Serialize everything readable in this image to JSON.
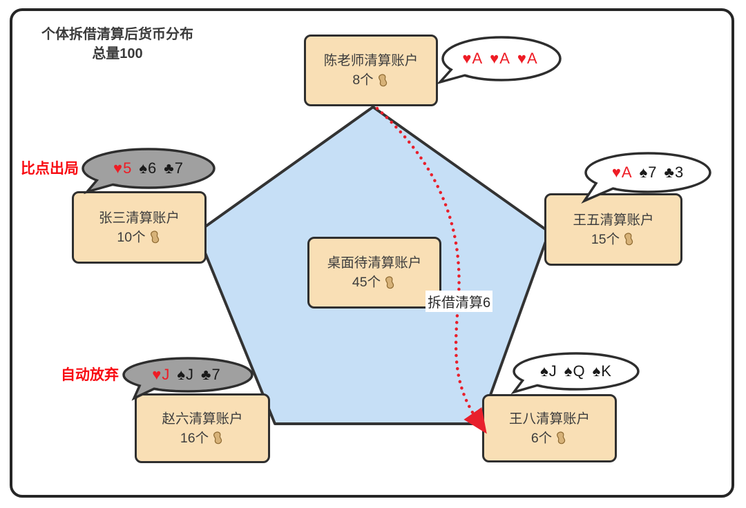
{
  "title": {
    "line1": "个体拆借清算后货币分布",
    "line2": "总量100"
  },
  "colors": {
    "box_fill": "#F9DFB5",
    "box_border": "#2F2F2F",
    "pentagon_fill": "#C6DFF6",
    "pentagon_border": "#333333",
    "bubble_white": "#FFFFFF",
    "bubble_gray": "#A0A0A0",
    "card_red": "#EE1C25",
    "card_black": "#1A1A1A",
    "status_red": "#F80B12",
    "arrow_red": "#E8202C"
  },
  "nodes": {
    "chen": {
      "name": "陈老师清算账户",
      "count": "8个"
    },
    "zhangsan": {
      "name": "张三清算账户",
      "count": "10个"
    },
    "wangwu": {
      "name": "王五清算账户",
      "count": "15个"
    },
    "table": {
      "name": "桌面待清算账户",
      "count": "45个"
    },
    "zhaoliu": {
      "name": "赵六清算账户",
      "count": "16个"
    },
    "wangba": {
      "name": "王八清算账户",
      "count": "6个"
    }
  },
  "bubbles": {
    "chen": {
      "style": "white",
      "cards": [
        {
          "text": "♥A",
          "color": "#EE1C25"
        },
        {
          "text": "♥A",
          "color": "#EE1C25"
        },
        {
          "text": "♥A",
          "color": "#EE1C25"
        }
      ]
    },
    "zhangsan": {
      "style": "gray",
      "cards": [
        {
          "text": "♥5",
          "color": "#EE1C25"
        },
        {
          "text": "♠6",
          "color": "#1A1A1A"
        },
        {
          "text": "♣7",
          "color": "#1A1A1A"
        }
      ]
    },
    "wangwu": {
      "style": "white",
      "cards": [
        {
          "text": "♥A",
          "color": "#EE1C25"
        },
        {
          "text": "♠7",
          "color": "#1A1A1A"
        },
        {
          "text": "♣3",
          "color": "#1A1A1A"
        }
      ]
    },
    "zhaoliu": {
      "style": "gray",
      "cards": [
        {
          "text": "♥J",
          "color": "#EE1C25"
        },
        {
          "text": "♠J",
          "color": "#1A1A1A"
        },
        {
          "text": "♣7",
          "color": "#1A1A1A"
        }
      ]
    },
    "wangba": {
      "style": "white",
      "cards": [
        {
          "text": "♠J",
          "color": "#1A1A1A"
        },
        {
          "text": "♠Q",
          "color": "#1A1A1A"
        },
        {
          "text": "♠K",
          "color": "#1A1A1A"
        }
      ]
    }
  },
  "annotations": {
    "zhangsan_status": "比点出局",
    "zhaoliu_status": "自动放弃",
    "transfer_label": "拆借清算6"
  },
  "icons": {
    "peanut": "peanut-icon"
  }
}
